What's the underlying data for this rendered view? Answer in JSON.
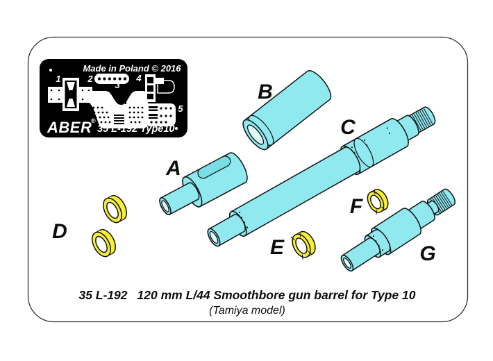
{
  "colors": {
    "part_cyan": "#8FE9EF",
    "part_cyan_light": "#DFF9FB",
    "part_cyan_shade": "#7ADEE6",
    "ring_yellow": "#F5EF3B",
    "outline": "#111111",
    "fret_bg": "#000000",
    "fret_fg": "#FFFFFF"
  },
  "fret": {
    "made_in": "Made in Poland © 2016",
    "brand": "ABER",
    "registered_mark": "®",
    "code": "35 L-192 Type10",
    "part_numbers": [
      "1",
      "2",
      "3",
      "4",
      "5"
    ]
  },
  "part_labels": {
    "a": "A",
    "b": "B",
    "c": "C",
    "d": "D",
    "e": "E",
    "f": "F",
    "g": "G"
  },
  "caption": {
    "code": "35 L-192",
    "title": "120 mm L/44 Smoothbore gun barrel for Type 10",
    "subtitle": "(Tamiya model)"
  }
}
